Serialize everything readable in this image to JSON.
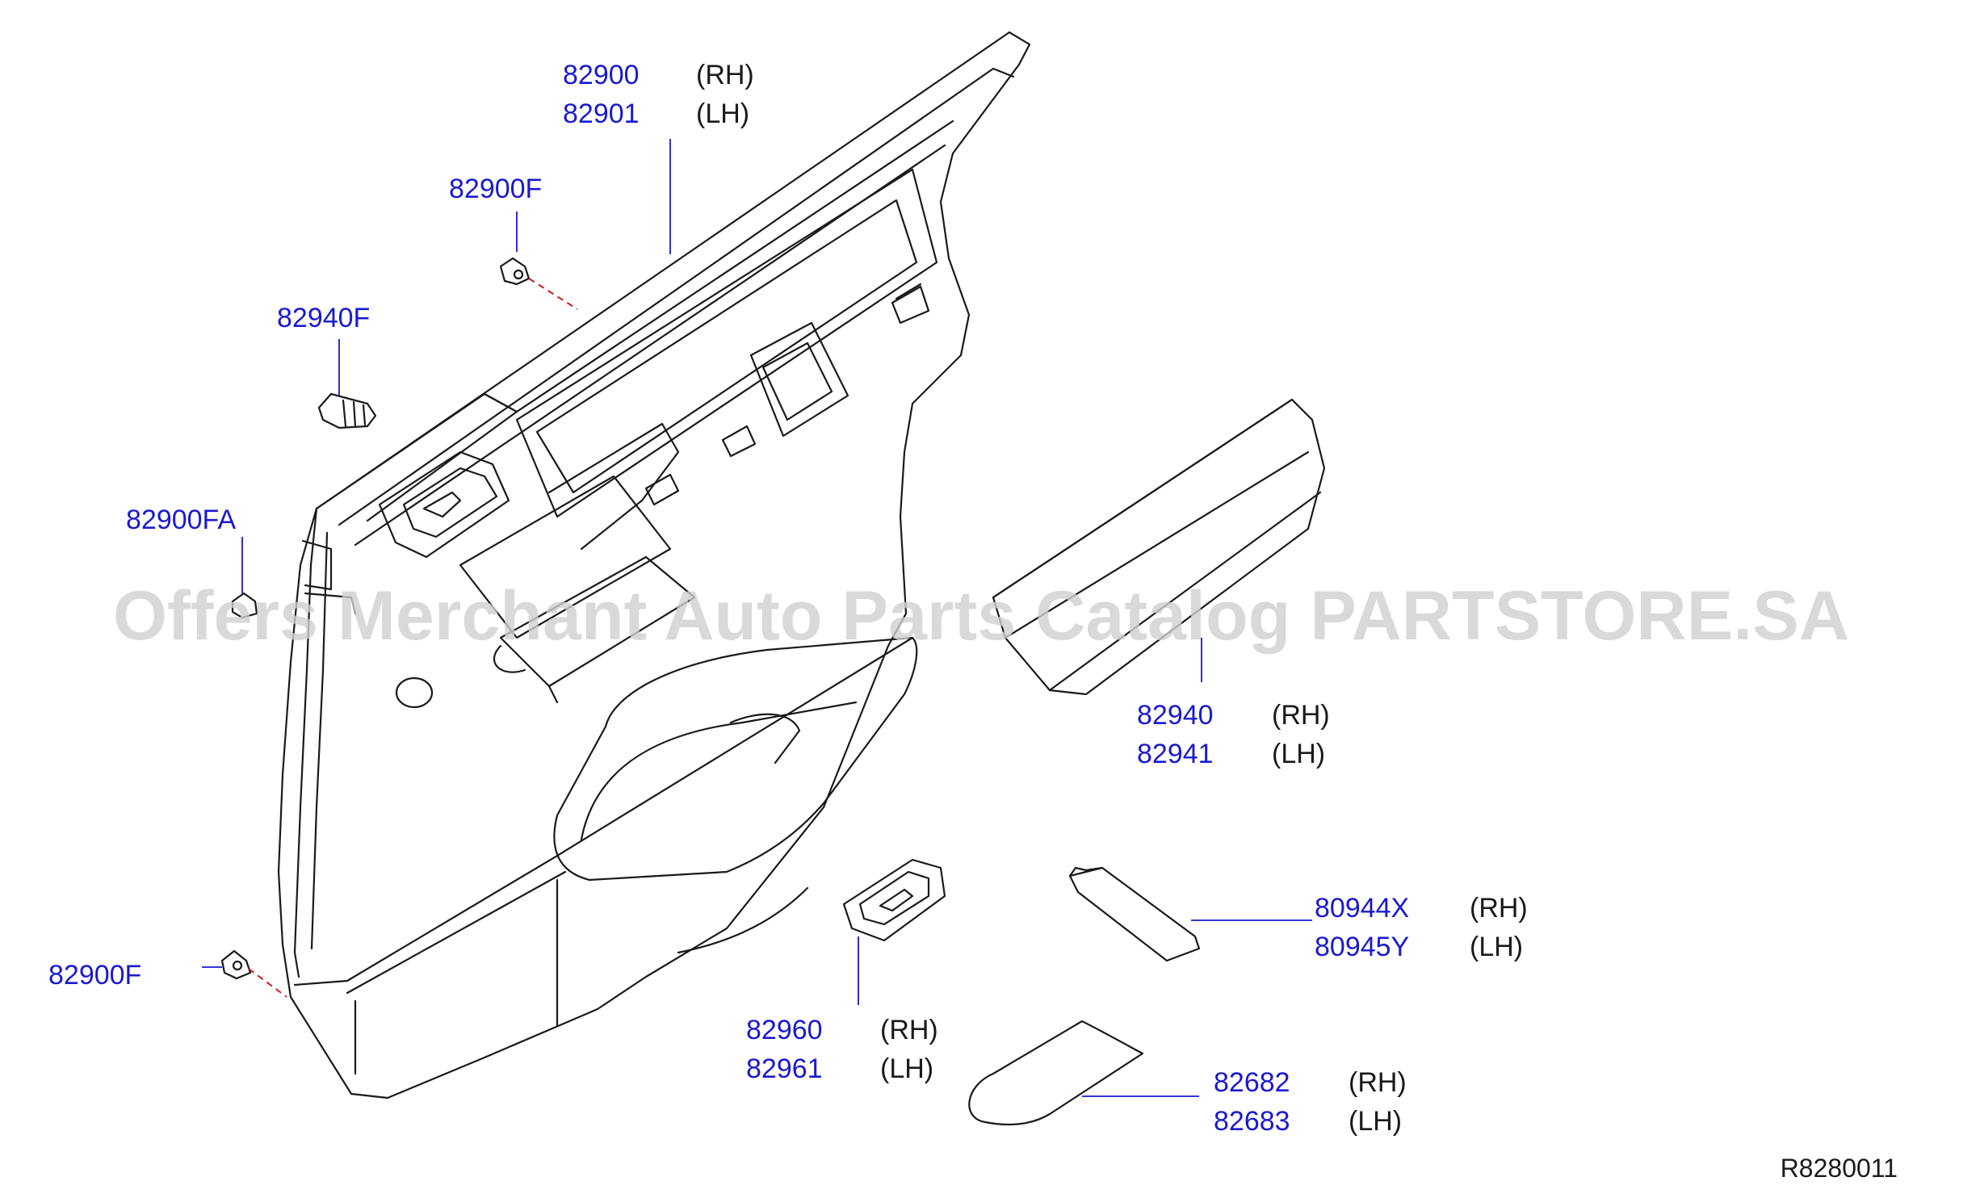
{
  "callouts": [
    {
      "id": "trim-upper",
      "rh": "82900",
      "lh": "82901",
      "rh_tag": "(RH)",
      "lh_tag": "(LH)"
    },
    {
      "id": "armrest-pad",
      "rh": "82940",
      "lh": "82941",
      "rh_tag": "(RH)",
      "lh_tag": "(LH)"
    },
    {
      "id": "cover",
      "rh": "80944X",
      "lh": "80945Y",
      "rh_tag": "(RH)",
      "lh_tag": "(LH)"
    },
    {
      "id": "escutcheon",
      "rh": "82960",
      "lh": "82961",
      "rh_tag": "(RH)",
      "lh_tag": "(LH)"
    },
    {
      "id": "pull-cup",
      "rh": "82682",
      "lh": "82683",
      "rh_tag": "(RH)",
      "lh_tag": "(LH)"
    }
  ],
  "single_labels": {
    "clip_top": "82900F",
    "clip_fastener": "82940F",
    "clip_side": "82900FA",
    "clip_bottom": "82900F"
  },
  "reference_code": "R8280011",
  "watermark": "Offers Merchant Auto Parts Catalog PARTSTORE.SA",
  "colors": {
    "part_number": "#1a1ad0",
    "line_art": "#1a1a1a",
    "dashed_leader": "#d01a1a",
    "watermark": "#d0d0d0"
  }
}
